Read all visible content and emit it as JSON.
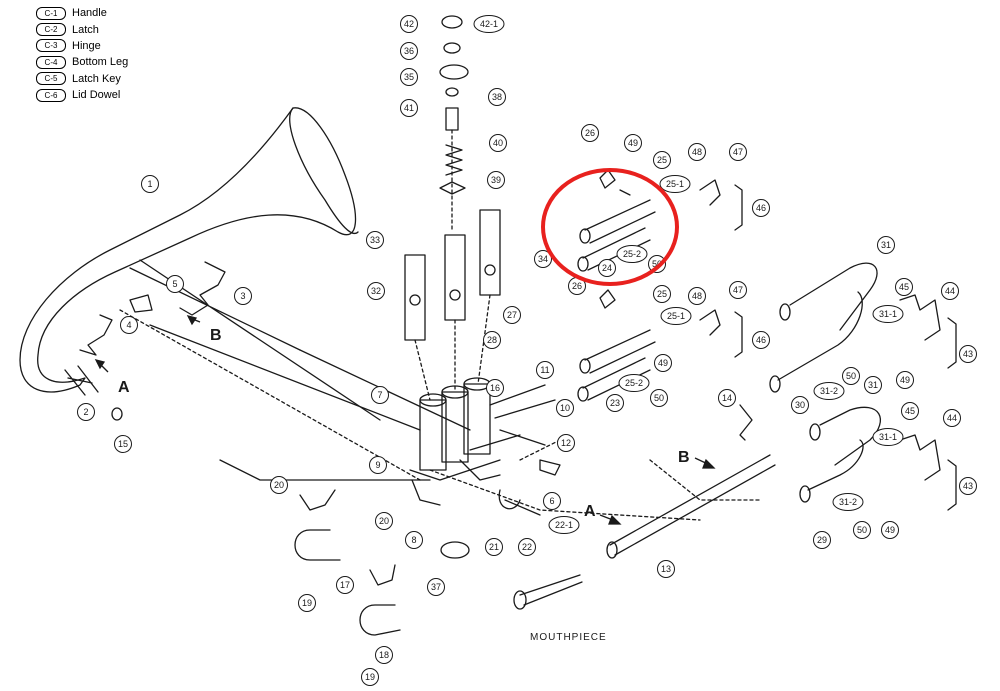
{
  "legend": [
    {
      "code": "C-1",
      "label": "Handle"
    },
    {
      "code": "C-2",
      "label": "Latch"
    },
    {
      "code": "C-3",
      "label": "Hinge"
    },
    {
      "code": "C-4",
      "label": "Bottom Leg"
    },
    {
      "code": "C-5",
      "label": "Latch Key"
    },
    {
      "code": "C-6",
      "label": "Lid Dowel"
    }
  ],
  "labels": {
    "mouthpiece": "MOUTHPIECE",
    "a": "A",
    "b": "B"
  },
  "callouts": {
    "n1": "1",
    "n2": "2",
    "n3": "3",
    "n4": "4",
    "n5": "5",
    "n6": "6",
    "n7": "7",
    "n8": "8",
    "n9": "9",
    "n10": "10",
    "n11": "11",
    "n12": "12",
    "n13": "13",
    "n14": "14",
    "n15": "15",
    "n16": "16",
    "n17": "17",
    "n18": "18",
    "n19": "19",
    "n20": "20",
    "n21": "21",
    "n22": "22",
    "n22_1": "22-1",
    "n23": "23",
    "n24": "24",
    "n25": "25",
    "n25_1": "25-1",
    "n25_2": "25-2",
    "n26": "26",
    "n27": "27",
    "n28": "28",
    "n29": "29",
    "n30": "30",
    "n31": "31",
    "n31_1": "31-1",
    "n31_2": "31-2",
    "n32": "32",
    "n33": "33",
    "n34": "34",
    "n35": "35",
    "n36": "36",
    "n37": "37",
    "n38": "38",
    "n39": "39",
    "n40": "40",
    "n41": "41",
    "n42": "42",
    "n42_1": "42-1",
    "n43": "43",
    "n44": "44",
    "n45": "45",
    "n46": "46",
    "n47": "47",
    "n48": "48",
    "n49": "49",
    "n50": "50"
  },
  "colors": {
    "highlight": "#e8211e",
    "ink": "#1a1a1a"
  }
}
